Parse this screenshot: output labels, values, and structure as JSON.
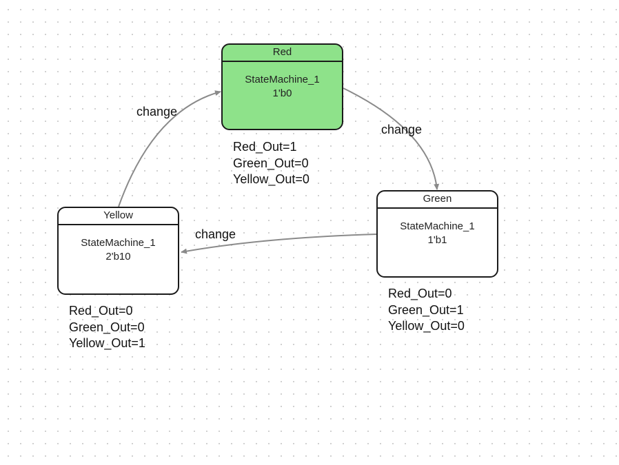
{
  "states": [
    {
      "name": "Red",
      "machine": "StateMachine_1",
      "encoding": "1'b0",
      "active": true,
      "active_color": "#8ee28a",
      "outputs": [
        "Red_Out=1",
        "Green_Out=0",
        "Yellow_Out=0"
      ]
    },
    {
      "name": "Green",
      "machine": "StateMachine_1",
      "encoding": "1'b1",
      "active": false,
      "outputs": [
        "Red_Out=0",
        "Green_Out=1",
        "Yellow_Out=0"
      ]
    },
    {
      "name": "Yellow",
      "machine": "StateMachine_1",
      "encoding": "2'b10",
      "active": false,
      "outputs": [
        "Red_Out=0",
        "Green_Out=0",
        "Yellow_Out=1"
      ]
    }
  ],
  "transitions": [
    {
      "from": "Red",
      "to": "Green",
      "label": "change"
    },
    {
      "from": "Green",
      "to": "Yellow",
      "label": "change"
    },
    {
      "from": "Yellow",
      "to": "Red",
      "label": "change"
    }
  ]
}
